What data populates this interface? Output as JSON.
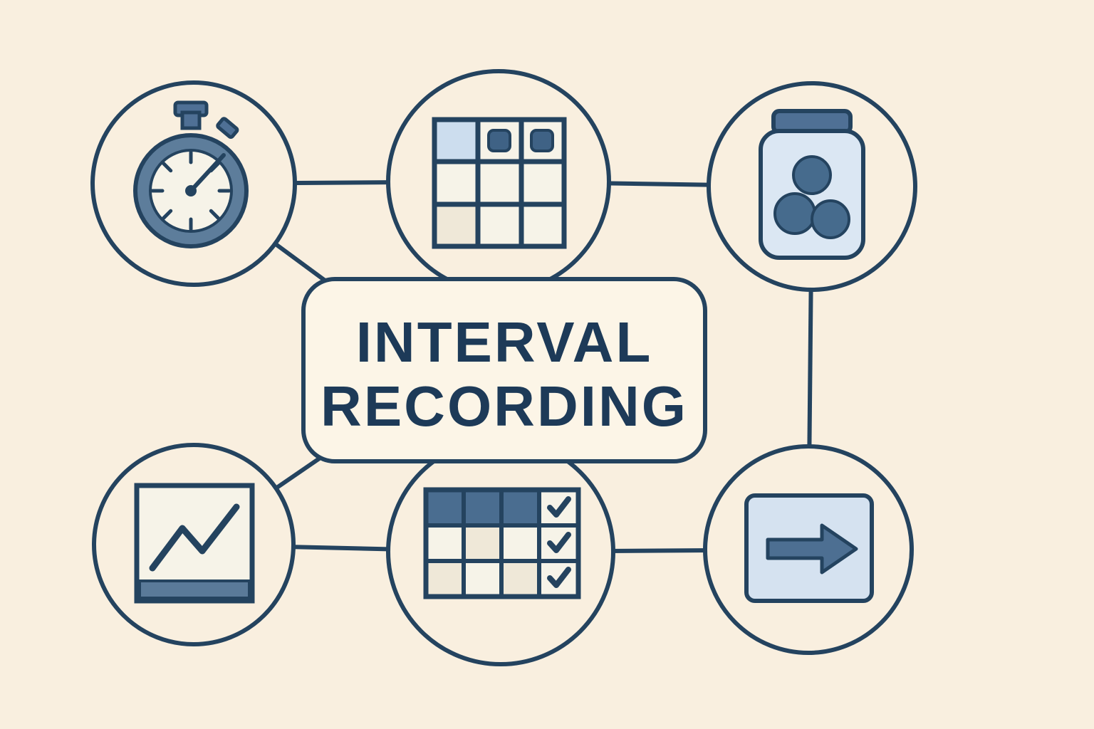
{
  "diagram": {
    "center": {
      "title_line1": "INTERVAL",
      "title_line2": "RECORDING"
    },
    "nodes": [
      {
        "id": "stopwatch",
        "icon": "stopwatch-icon",
        "position": "top-left"
      },
      {
        "id": "grid-table",
        "icon": "grid-table-icon",
        "position": "top-center"
      },
      {
        "id": "token-jar",
        "icon": "token-jar-icon",
        "position": "top-right"
      },
      {
        "id": "line-chart",
        "icon": "line-chart-icon",
        "position": "bottom-left"
      },
      {
        "id": "checklist-table",
        "icon": "table-checklist-icon",
        "position": "bottom-center"
      },
      {
        "id": "arrow-panel",
        "icon": "arrow-right-icon",
        "position": "bottom-right"
      }
    ],
    "connections": [
      [
        "stopwatch",
        "grid-table"
      ],
      [
        "grid-table",
        "token-jar"
      ],
      [
        "stopwatch",
        "center"
      ],
      [
        "grid-table",
        "center"
      ],
      [
        "token-jar",
        "arrow-panel"
      ],
      [
        "line-chart",
        "center"
      ],
      [
        "checklist-table",
        "center"
      ],
      [
        "line-chart",
        "checklist-table"
      ],
      [
        "checklist-table",
        "arrow-panel"
      ]
    ],
    "colors": {
      "background": "#f9efdf",
      "outline": "#24435f",
      "slate_fill": "#4f7095",
      "light_blue_fill": "#d6e3f1",
      "panel_fill": "#fcf5e7",
      "off_white_fill": "#f6f3e8",
      "beige_cell_fill": "#efe8d8",
      "title_text": "#1d3a58"
    }
  }
}
